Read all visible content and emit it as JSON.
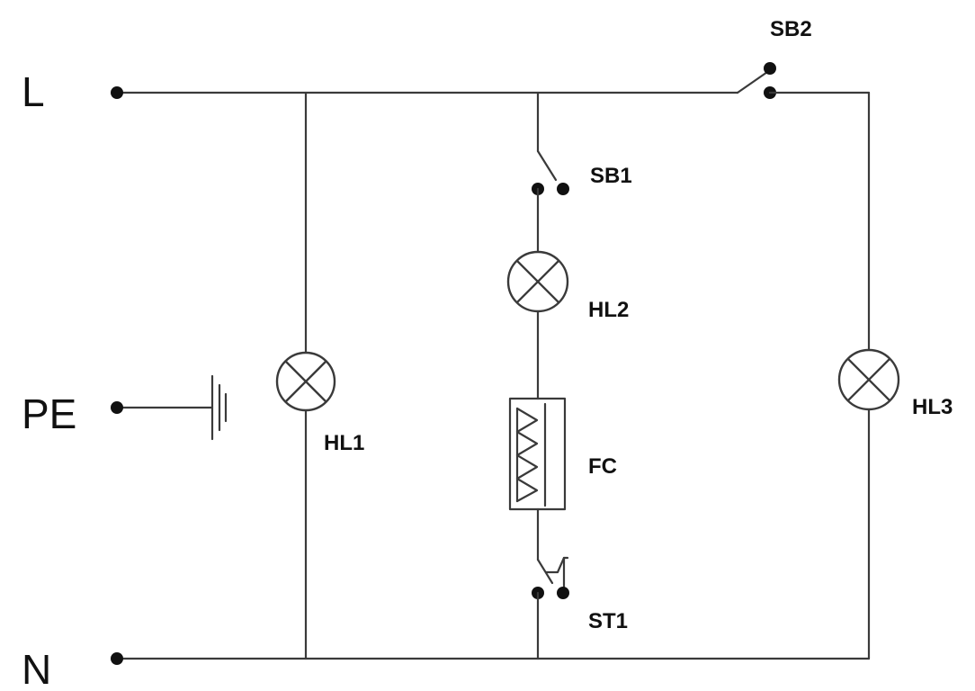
{
  "rails": {
    "line": "L",
    "protective_earth": "PE",
    "neutral": "N"
  },
  "components": {
    "hl1": "HL1",
    "hl2": "HL2",
    "hl3": "HL3",
    "sb1": "SB1",
    "sb2": "SB2",
    "fc": "FC",
    "st1": "ST1"
  },
  "colors": {
    "wire": "#3a3a3a",
    "node": "#111111",
    "text": "#111111",
    "background": "#ffffff"
  }
}
